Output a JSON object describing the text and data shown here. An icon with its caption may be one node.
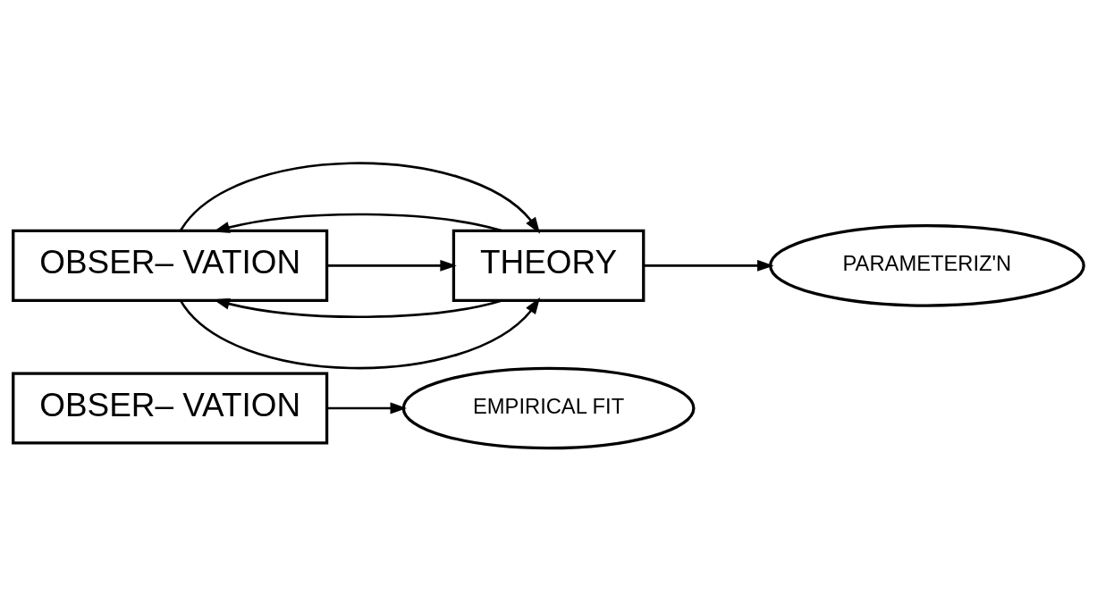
{
  "diagram": {
    "nodes": [
      {
        "text": [
          "OBSER– VATION"
        ]
      },
      {
        "text": [
          "EMPIRICAL FIT"
        ]
      },
      {
        "text": [
          "OBSER– VATION"
        ]
      },
      {
        "text": [
          "THEORY"
        ]
      },
      {
        "text": [
          "PARAMETERIZ'N"
        ]
      }
    ],
    "edges": [
      {
        "from": 0,
        "to": 1,
        "arrow": "to"
      },
      {
        "from": 2,
        "to": 3,
        "arrow": "to"
      },
      {
        "from": 3,
        "to": 2,
        "arrow": "to"
      },
      {
        "from": 2,
        "to": 3,
        "arrow": "to"
      },
      {
        "from": 3,
        "to": 2,
        "arrow": "to"
      },
      {
        "from": 2,
        "to": 3,
        "arrow": "to"
      },
      {
        "from": 3,
        "to": 4,
        "arrow": "to"
      }
    ]
  }
}
